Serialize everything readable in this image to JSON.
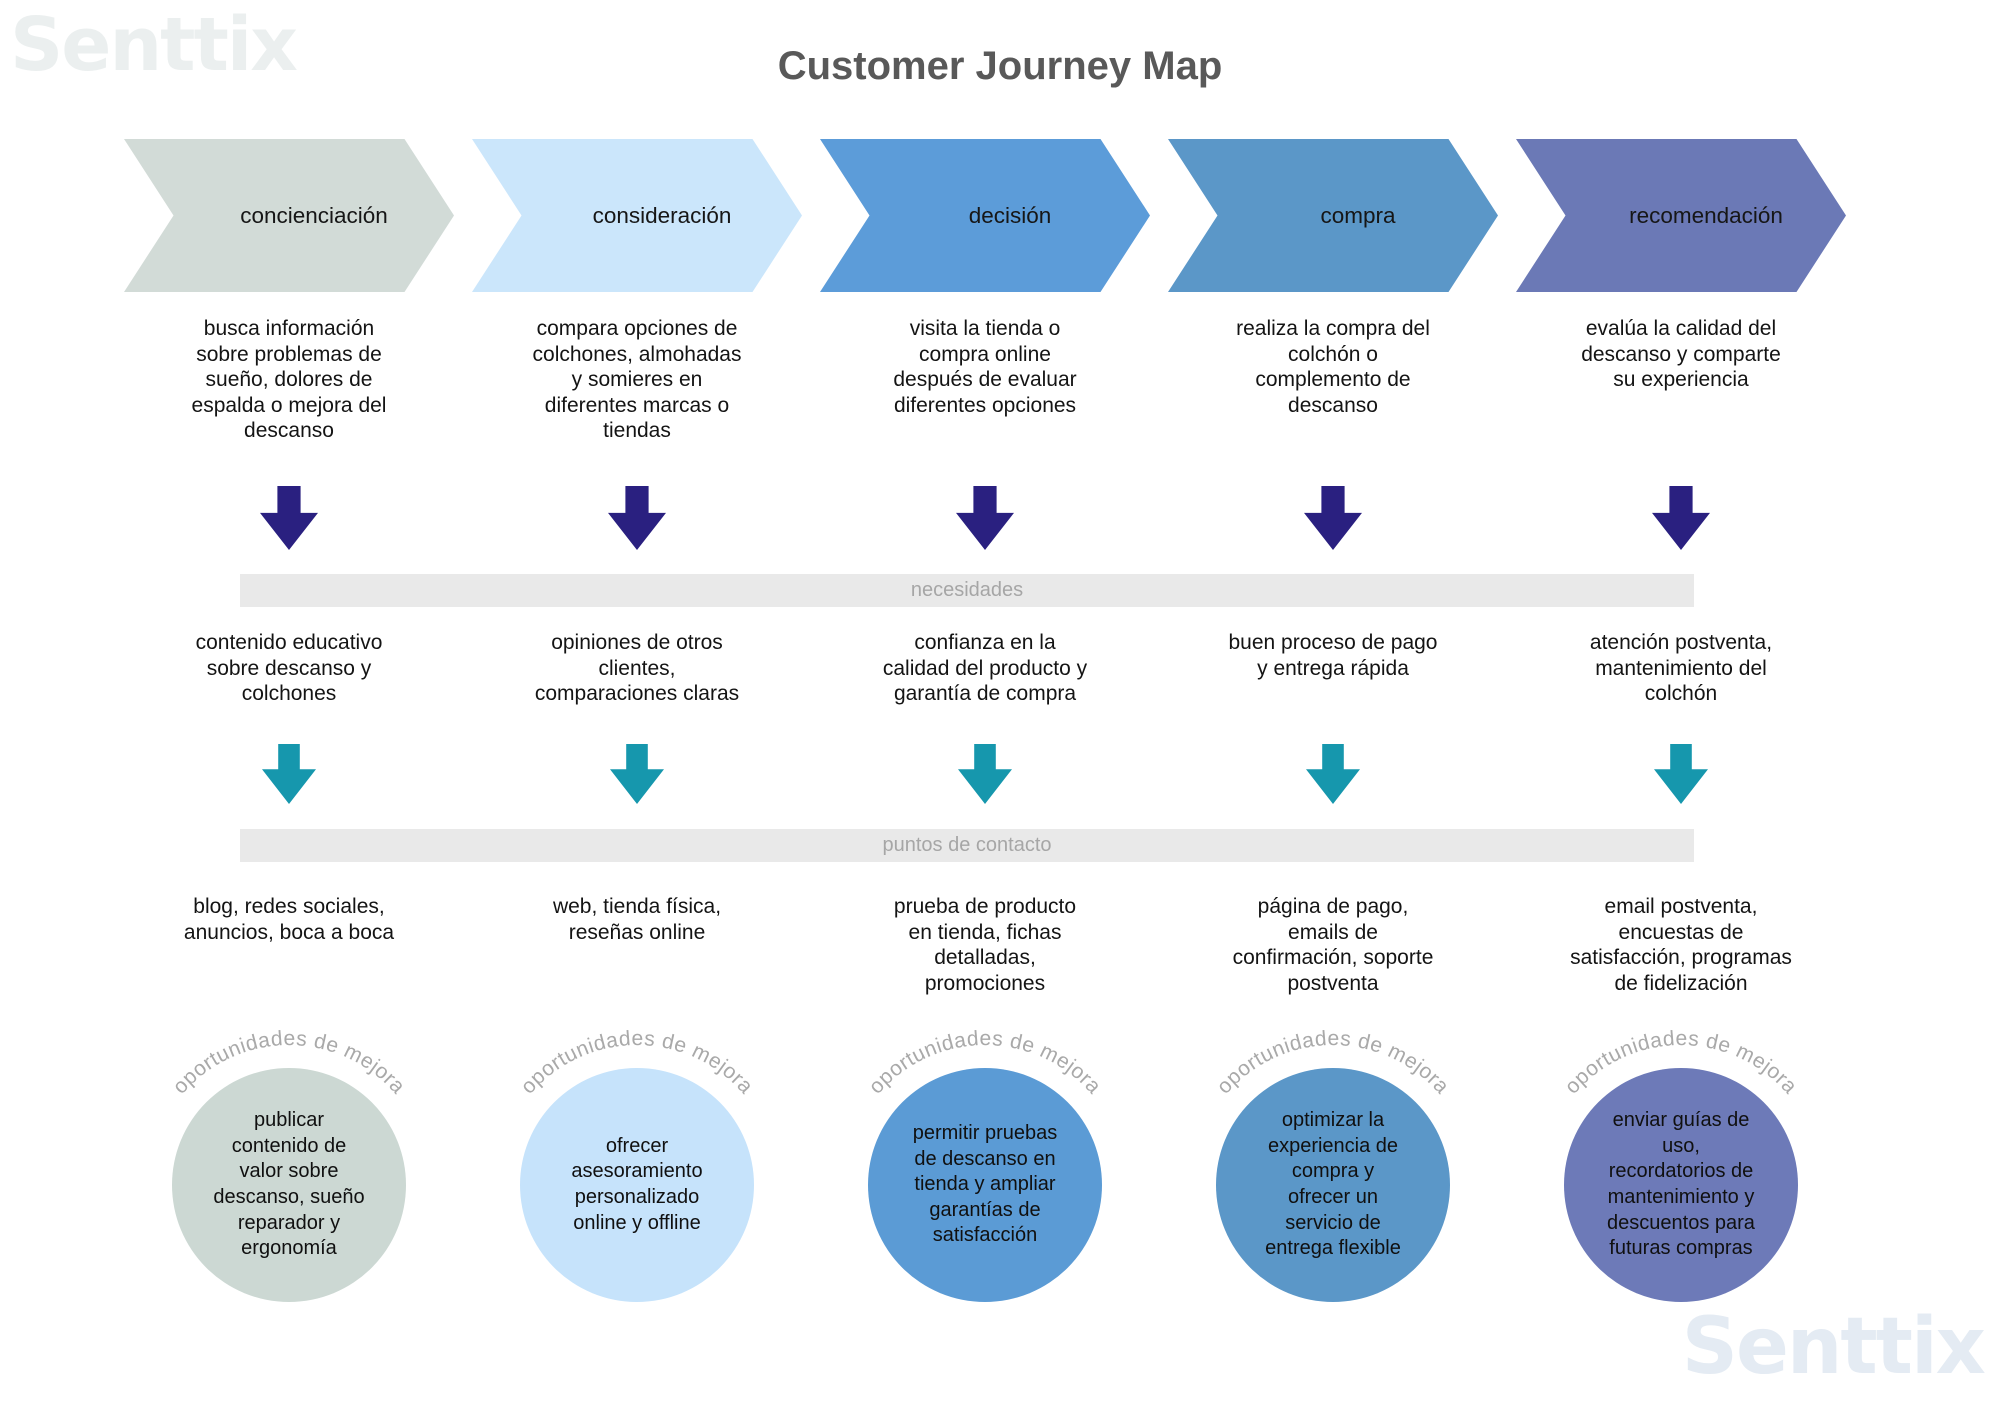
{
  "brand": {
    "logo": "Senttix"
  },
  "title": "Customer Journey Map",
  "colors": {
    "needs_arrow": "#2a2080",
    "touchpoint_arrow": "#1697ad",
    "band_bg": "#e9e9e9",
    "band_text": "#a6a6a6",
    "title_text": "#595959"
  },
  "bands": {
    "needs": "necesidades",
    "touchpoints": "puntos de contacto"
  },
  "opportunity_label": "oportunidades de mejora",
  "stages": [
    {
      "name": "concienciación",
      "arrow_color": "#d2dbd7",
      "circle_color": "#ccd8d3",
      "description": [
        "busca información",
        "sobre problemas de",
        "sueño, dolores de",
        "espalda o mejora del",
        "descanso"
      ],
      "need": [
        "contenido educativo",
        "sobre descanso y",
        "colchones"
      ],
      "touchpoints": [
        "blog, redes sociales,",
        "anuncios, boca a boca"
      ],
      "opportunity": [
        "publicar",
        "contenido de",
        "valor sobre",
        "descanso, sueño",
        "reparador y",
        "ergonomía"
      ]
    },
    {
      "name": "consideración",
      "arrow_color": "#cbe6fb",
      "circle_color": "#c6e3fb",
      "description": [
        "compara opciones de",
        "colchones, almohadas",
        "y somieres en",
        "diferentes marcas o",
        "tiendas"
      ],
      "need": [
        "opiniones de otros",
        "clientes,",
        "comparaciones claras"
      ],
      "touchpoints": [
        "web, tienda física,",
        "reseñas online"
      ],
      "opportunity": [
        "ofrecer",
        "asesoramiento",
        "personalizado",
        "online y offline"
      ]
    },
    {
      "name": "decisión",
      "arrow_color": "#5c9cd9",
      "circle_color": "#5b9bd5",
      "description": [
        "visita la tienda o",
        "compra online",
        "después de evaluar",
        "diferentes opciones"
      ],
      "need": [
        "confianza en la",
        "calidad del producto y",
        "garantía de compra"
      ],
      "touchpoints": [
        "prueba de producto",
        "en tienda, fichas",
        "detalladas,",
        "promociones"
      ],
      "opportunity": [
        "permitir pruebas",
        "de descanso en",
        "tienda y ampliar",
        "garantías de",
        "satisfacción"
      ]
    },
    {
      "name": "compra",
      "arrow_color": "#5b97c8",
      "circle_color": "#5b97c8",
      "description": [
        "realiza la compra del",
        "colchón o",
        "complemento de",
        "descanso"
      ],
      "need": [
        "buen proceso de pago",
        "y entrega rápida"
      ],
      "touchpoints": [
        "página de pago,",
        "emails de",
        "confirmación, soporte",
        "postventa"
      ],
      "opportunity": [
        "optimizar la",
        "experiencia de",
        "compra y",
        "ofrecer un",
        "servicio de",
        "entrega flexible"
      ]
    },
    {
      "name": "recomendación",
      "arrow_color": "#6b79b6",
      "circle_color": "#6d7ab8",
      "description": [
        "evalúa la calidad del",
        "descanso y comparte",
        "su experiencia"
      ],
      "need": [
        "atención postventa,",
        "mantenimiento del",
        "colchón"
      ],
      "touchpoints": [
        "email postventa,",
        "encuestas de",
        "satisfacción, programas",
        "de fidelización"
      ],
      "opportunity": [
        "enviar guías de",
        "uso,",
        "recordatorios de",
        "mantenimiento y",
        "descuentos para",
        "futuras compras"
      ]
    }
  ]
}
